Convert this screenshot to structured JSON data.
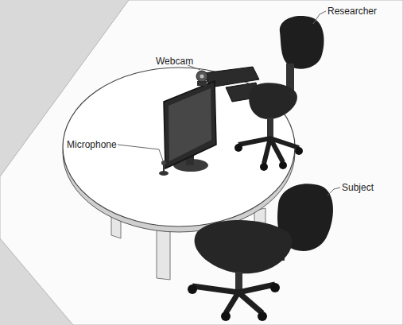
{
  "diagram": {
    "labels": [
      "Researcher",
      "Webcam",
      "Microphone",
      "Subject"
    ]
  }
}
